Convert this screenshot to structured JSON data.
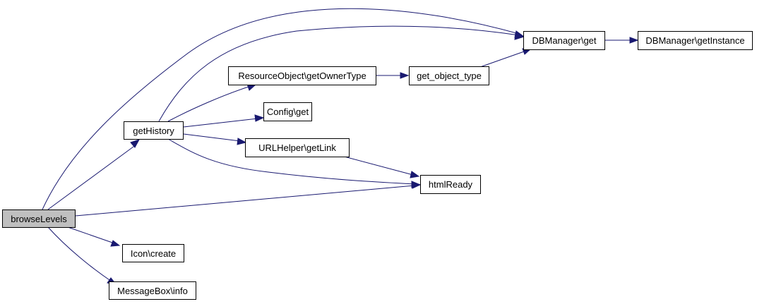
{
  "nodes": {
    "browselevels": {
      "label": "browseLevels",
      "fill": "#bfbfbf"
    },
    "gethistory": {
      "label": "getHistory"
    },
    "icon_create": {
      "label": "Icon\\create"
    },
    "messagebox_info": {
      "label": "MessageBox\\info"
    },
    "dbmanager_get": {
      "label": "DBManager\\get"
    },
    "dbmanager_getinstance": {
      "label": "DBManager\\getInstance"
    },
    "resourceobject_getownertype": {
      "label": "ResourceObject\\getOwnerType"
    },
    "get_object_type": {
      "label": "get_object_type"
    },
    "config_get": {
      "label": "Config\\get"
    },
    "urlhelper_getlink": {
      "label": "URLHelper\\getLink"
    },
    "htmlready": {
      "label": "htmlReady"
    }
  },
  "edges": [
    {
      "from": "browseLevels",
      "to": "getHistory"
    },
    {
      "from": "browseLevels",
      "to": "DBManager\\get"
    },
    {
      "from": "browseLevels",
      "to": "htmlReady"
    },
    {
      "from": "browseLevels",
      "to": "Icon\\create"
    },
    {
      "from": "browseLevels",
      "to": "MessageBox\\info"
    },
    {
      "from": "getHistory",
      "to": "DBManager\\get"
    },
    {
      "from": "getHistory",
      "to": "ResourceObject\\getOwnerType"
    },
    {
      "from": "getHistory",
      "to": "Config\\get"
    },
    {
      "from": "getHistory",
      "to": "URLHelper\\getLink"
    },
    {
      "from": "getHistory",
      "to": "htmlReady"
    },
    {
      "from": "ResourceObject\\getOwnerType",
      "to": "get_object_type"
    },
    {
      "from": "get_object_type",
      "to": "DBManager\\get"
    },
    {
      "from": "URLHelper\\getLink",
      "to": "htmlReady"
    },
    {
      "from": "DBManager\\get",
      "to": "DBManager\\getInstance"
    }
  ],
  "colors": {
    "edge": "#191970",
    "node_border": "#000000",
    "node_fill": "#ffffff",
    "root_fill": "#bfbfbf"
  }
}
